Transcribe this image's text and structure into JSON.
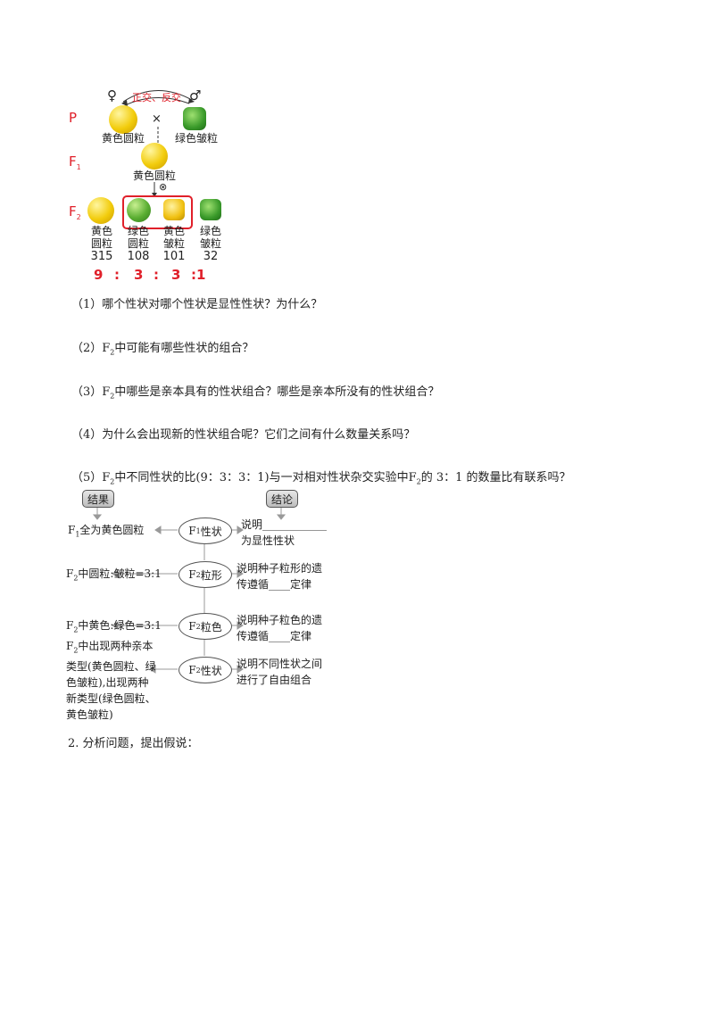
{
  "diagram": {
    "female_symbol": "♀",
    "male_symbol": "♂",
    "reciprocal_label": "正交、反交",
    "cross_symbol": "×",
    "self_symbol": "⊗",
    "gen_p": "P",
    "gen_f1": "F",
    "gen_f2": "F",
    "sub1": "1",
    "sub2": "2",
    "p_left_label": "黄色圆粒",
    "p_right_label": "绿色皱粒",
    "f1_label": "黄色圆粒",
    "f2": [
      {
        "line1": "黄色",
        "line2": "圆粒",
        "count": "315"
      },
      {
        "line1": "绿色",
        "line2": "圆粒",
        "count": "108"
      },
      {
        "line1": "黄色",
        "line2": "皱粒",
        "count": "101"
      },
      {
        "line1": "绿色",
        "line2": "皱粒",
        "count": "32"
      }
    ],
    "ratio": [
      "9",
      ":",
      "3",
      ":",
      "3",
      ":1"
    ],
    "colors": {
      "yellow": "#f2cc0c",
      "green": "#3a9a2a",
      "red": "#e0202a"
    }
  },
  "questions": [
    {
      "pre": "（1）哪个性状对哪个性状是显性性状？为什么？",
      "sub": "",
      "post": ""
    },
    {
      "pre": "（2）F",
      "sub": "2",
      "post": "中可能有哪些性状的组合？"
    },
    {
      "pre": "（3）F",
      "sub": "2",
      "post": "中哪些是亲本具有的性状组合？哪些是亲本所没有的性状组合？"
    },
    {
      "pre": "（4）为什么会出现新的性状组合呢？它们之间有什么数量关系吗？",
      "sub": "",
      "post": ""
    }
  ],
  "q5": {
    "a": "（5）F",
    "s1": "2",
    "b": "中不同性状的比(9：3：3：1)与一对相对性状杂交实验中F",
    "s2": "2",
    "c": "的 3：1 的数量比有联系吗？"
  },
  "flow": {
    "tag_result": "结果",
    "tag_conclusion": "结论",
    "rows": [
      {
        "left_pre": "F",
        "left_sub": "1",
        "left_post": "全为黄色圆粒",
        "oval_pre": "F",
        "oval_sub": "1",
        "oval_post": "性状",
        "right1": "说明____________",
        "right2": "为显性性状"
      },
      {
        "left_pre": "F",
        "left_sub": "2",
        "left_post": "中圆粒:皱粒=3:1",
        "oval_pre": "F",
        "oval_sub": "2",
        "oval_post": "粒形",
        "right1": "说明种子粒形的遗",
        "right2": "传遵循____定律"
      },
      {
        "left_pre": "F",
        "left_sub": "2",
        "left_post": "中黄色:绿色=3:1",
        "oval_pre": "F",
        "oval_sub": "2",
        "oval_post": "粒色",
        "right1": "说明种子粒色的遗",
        "right2": "传遵循____定律"
      },
      {
        "left_pre": "F",
        "left_sub": "2",
        "left_post": "中出现两种亲本",
        "oval_pre": "F",
        "oval_sub": "2",
        "oval_post": "性状",
        "right1": "说明不同性状之间",
        "right2": "进行了自由组合"
      }
    ],
    "row4_extra": [
      "类型(黄色圆粒、绿",
      "色皱粒),出现两种",
      "新类型(绿色圆粒、",
      "黄色皱粒)"
    ]
  },
  "section2": "2. 分析问题，提出假说："
}
